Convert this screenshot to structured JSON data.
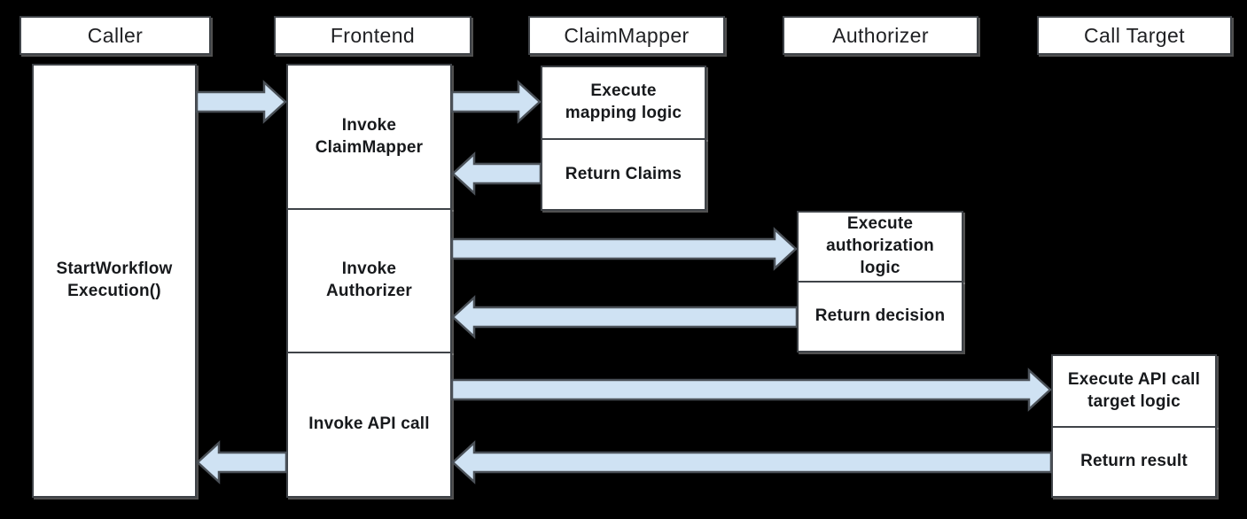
{
  "colors": {
    "background": "#000000",
    "box_fill": "#ffffff",
    "box_border": "#3f4348",
    "text": "#17191c",
    "arrow_fill": "#cfe2f3",
    "arrow_stroke": "#4b5158"
  },
  "lanes": [
    {
      "label": "Caller"
    },
    {
      "label": "Frontend"
    },
    {
      "label": "ClaimMapper"
    },
    {
      "label": "Authorizer"
    },
    {
      "label": "Call Target"
    }
  ],
  "activities": {
    "caller": {
      "label": "StartWorkflow\nExecution()"
    },
    "frontend": [
      {
        "label": "Invoke\nClaimMapper"
      },
      {
        "label": "Invoke\nAuthorizer"
      },
      {
        "label": "Invoke API call"
      }
    ],
    "claimmapper": [
      {
        "label": "Execute\nmapping logic"
      },
      {
        "label": "Return Claims"
      }
    ],
    "authorizer": [
      {
        "label": "Execute\nauthorization\nlogic"
      },
      {
        "label": "Return decision"
      }
    ],
    "calltarget": [
      {
        "label": "Execute API call\ntarget logic"
      },
      {
        "label": "Return result"
      }
    ]
  },
  "arrows": [
    {
      "id": "caller-to-frontend",
      "from": "Caller",
      "to": "Frontend"
    },
    {
      "id": "frontend-to-claimmapper",
      "from": "Frontend",
      "to": "ClaimMapper"
    },
    {
      "id": "claimmapper-to-frontend",
      "from": "ClaimMapper",
      "to": "Frontend"
    },
    {
      "id": "frontend-to-authorizer",
      "from": "Frontend",
      "to": "Authorizer"
    },
    {
      "id": "authorizer-to-frontend",
      "from": "Authorizer",
      "to": "Frontend"
    },
    {
      "id": "frontend-to-calltarget",
      "from": "Frontend",
      "to": "Call Target"
    },
    {
      "id": "calltarget-to-frontend",
      "from": "Call Target",
      "to": "Frontend"
    },
    {
      "id": "frontend-to-caller",
      "from": "Frontend",
      "to": "Caller"
    }
  ]
}
